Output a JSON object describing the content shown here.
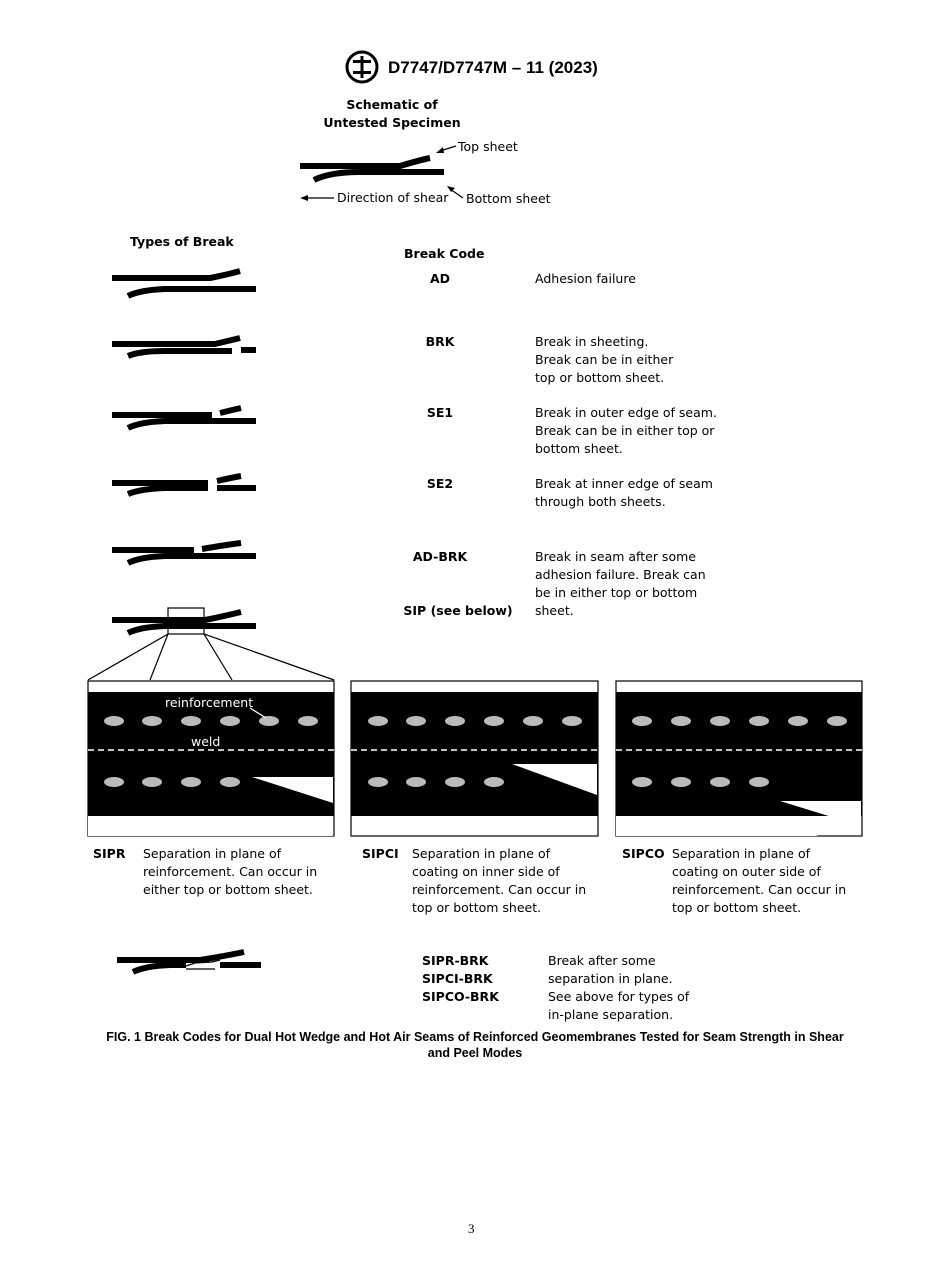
{
  "header": {
    "designation": "D7747/D7747M – 11 (2023)",
    "logo_text": "ASTM"
  },
  "schematic": {
    "title_line1": "Schematic of",
    "title_line2": "Untested Specimen",
    "top_sheet": "Top sheet",
    "direction": "Direction of shear",
    "bottom_sheet": "Bottom sheet"
  },
  "types_heading": "Types of Break",
  "code_heading": "Break Code",
  "codes": [
    {
      "code": "AD",
      "desc": "Adhesion failure"
    },
    {
      "code": "BRK",
      "desc": "Break in sheeting.\nBreak can be in either\ntop or bottom sheet."
    },
    {
      "code": "SE1",
      "desc": "Break in outer edge of seam.\nBreak can be in either top or\nbottom sheet."
    },
    {
      "code": "SE2",
      "desc": "Break at inner edge of seam\nthrough both sheets."
    },
    {
      "code": "AD-BRK",
      "desc": "Break in seam after some\nadhesion failure. Break can\nbe in either top or bottom\nsheet."
    },
    {
      "code": "SIP (see below)"
    }
  ],
  "detail": {
    "reinforcement": "reinforcement",
    "weld": "weld"
  },
  "sip_types": [
    {
      "code": "SIPR",
      "desc": "Separation in plane of\nreinforcement. Can occur in\neither top or bottom sheet."
    },
    {
      "code": "SIPCI",
      "desc": "Separation in plane of\ncoating on inner side of\nreinforcement. Can occur in\ntop or bottom sheet."
    },
    {
      "code": "SIPCO",
      "desc": "Separation in plane of\ncoating on outer side of\nreinforcement. Can occur in\ntop or bottom sheet."
    }
  ],
  "sip_brk": {
    "codes": [
      "SIPR-BRK",
      "SIPCI-BRK",
      "SIPCO-BRK"
    ],
    "desc": "Break after some\nseparation in plane.\nSee above for types of\nin-plane separation."
  },
  "caption": "FIG. 1 Break Codes for Dual Hot Wedge and Hot Air Seams of Reinforced Geomembranes Tested for Seam Strength in Shear and Peel Modes",
  "page_number": "3"
}
